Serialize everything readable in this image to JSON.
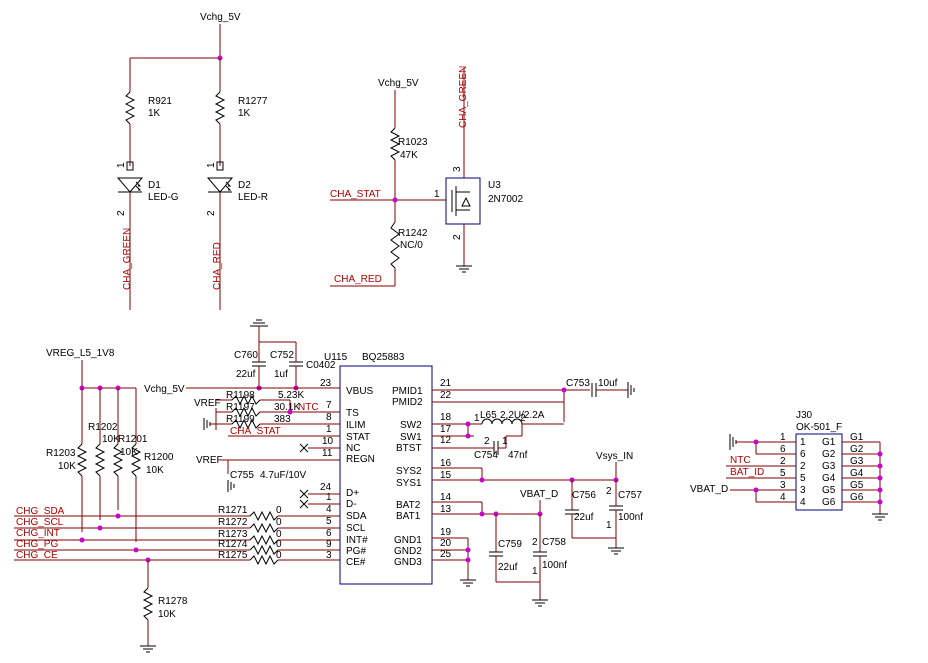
{
  "colors": {
    "wire": "#800000",
    "component": "#000000",
    "body": "#000080",
    "junction": "#cc00cc",
    "net_label": "#b00000"
  },
  "top": {
    "vchg_top": "Vchg_5V",
    "r921": {
      "ref": "R921",
      "val": "1K"
    },
    "r1277": {
      "ref": "R1277",
      "val": "1K"
    },
    "d1": {
      "ref": "D1",
      "val": "LED-G",
      "pin1": "1",
      "pin2": "2"
    },
    "d2": {
      "ref": "D2",
      "val": "LED-R",
      "pin1": "1",
      "pin2": "2"
    },
    "cha_green_left": "CHA_GREEN",
    "cha_red_left": "CHA_RED",
    "vchg_mid": "Vchg_5V",
    "r1023": {
      "ref": "R1023",
      "val": "47K"
    },
    "r1242": {
      "ref": "R1242",
      "val": "NC/0"
    },
    "cha_stat": "CHA_STAT",
    "cha_red_bottom": "CHA_RED",
    "cha_green_top": "CHA_GREEN",
    "u3": {
      "ref": "U3",
      "val": "2N7002",
      "pin1": "1",
      "pin2": "2",
      "pin3": "3"
    }
  },
  "charger": {
    "vreg": "VREG_L5_1V8",
    "ref": "U115",
    "part": "BQ25883",
    "c760": {
      "ref": "C760",
      "val": "22uf"
    },
    "c752": {
      "ref": "C752",
      "val": "1uf"
    },
    "c0402": "C0402",
    "vchg": "Vchg_5V",
    "vref1": "VREF",
    "vref2": "VREF",
    "r1198": {
      "ref": "R1198",
      "val": "5.23K"
    },
    "r1197": {
      "ref": "R1197",
      "val": "30.1K"
    },
    "r1199": {
      "ref": "R1199",
      "val": "383"
    },
    "ntc": "NTC",
    "cha_stat": "CHA_STAT",
    "c755": {
      "ref": "C755",
      "val": "4.7uF/10V"
    },
    "left_pins": [
      {
        "num": "23",
        "name": "VBUS"
      },
      {
        "num": "7",
        "name": "TS"
      },
      {
        "num": "8",
        "name": "ILIM"
      },
      {
        "num": "1",
        "name": "STAT"
      },
      {
        "num": "10",
        "name": "NC"
      },
      {
        "num": "11",
        "name": "REGN"
      },
      {
        "num": "24",
        "name": "D+"
      },
      {
        "num": "1",
        "name": "D-"
      },
      {
        "num": "4",
        "name": "SDA"
      },
      {
        "num": "5",
        "name": "SCL"
      },
      {
        "num": "6",
        "name": "INT#"
      },
      {
        "num": "9",
        "name": "PG#"
      },
      {
        "num": "3",
        "name": "CE#"
      }
    ],
    "right_pins": [
      {
        "num": "21",
        "name": "PMID1"
      },
      {
        "num": "22",
        "name": "PMID2"
      },
      {
        "num": "18",
        "name": "SW2"
      },
      {
        "num": "17",
        "name": "SW1"
      },
      {
        "num": "12",
        "name": "BTST"
      },
      {
        "num": "16",
        "name": "SYS2"
      },
      {
        "num": "15",
        "name": "SYS1"
      },
      {
        "num": "14",
        "name": "BAT2"
      },
      {
        "num": "13",
        "name": "BAT1"
      },
      {
        "num": "19",
        "name": "GND1"
      },
      {
        "num": "20",
        "name": "GND2"
      },
      {
        "num": "25",
        "name": "GND3"
      }
    ],
    "pullups": [
      {
        "ref": "R1203",
        "val": "10K"
      },
      {
        "ref": "R1202",
        "val": "10K"
      },
      {
        "ref": "R1201",
        "val": "10K"
      },
      {
        "ref": "R1200",
        "val": "10K"
      }
    ],
    "signals": [
      {
        "net": "CHG_SDA",
        "ref": "R1271",
        "val": "0"
      },
      {
        "net": "CHG_SCL",
        "ref": "R1272",
        "val": "0"
      },
      {
        "net": "CHG_INT",
        "ref": "R1273",
        "val": "0"
      },
      {
        "net": "CHG_PG",
        "ref": "R1274",
        "val": "0"
      },
      {
        "net": "CHG_CE",
        "ref": "R1275",
        "val": "0"
      }
    ],
    "r1278": {
      "ref": "R1278",
      "val": "10K"
    },
    "c753": {
      "ref": "C753",
      "val": "10uf"
    },
    "l65": {
      "ref": "L65",
      "val": "2.2U/2.2A",
      "p1": "1",
      "p2": "2"
    },
    "c754": {
      "ref": "C754",
      "val": "47nf",
      "p1": "2",
      "p2": "1"
    },
    "vsys": "Vsys_IN",
    "vbat_d": "VBAT_D",
    "c756": {
      "ref": "C756",
      "val": "22uf"
    },
    "c757": {
      "ref": "C757",
      "val": "100nf",
      "p2": "2",
      "p1": "1"
    },
    "c759": {
      "ref": "C759",
      "val": "22uf"
    },
    "c758": {
      "ref": "C758",
      "val": "100nf",
      "p2": "2",
      "p1": "1"
    }
  },
  "conn": {
    "ref": "J30",
    "part": "OK-501_F",
    "ntc": "NTC",
    "bat_id": "BAT_ID",
    "vbat": "VBAT_D",
    "left_nums": [
      "1",
      "6",
      "2",
      "5",
      "3",
      "4"
    ],
    "right_labels": [
      "G1",
      "G2",
      "G3",
      "G4",
      "G5",
      "G6"
    ]
  }
}
